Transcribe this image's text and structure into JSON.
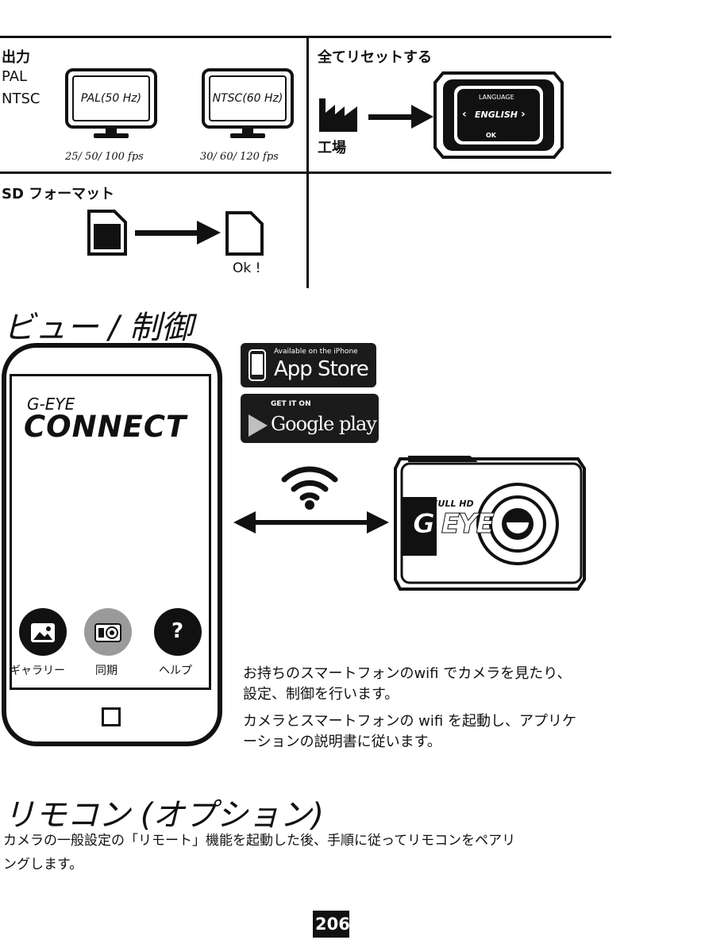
{
  "output_section": {
    "title": "出力",
    "options": [
      "PAL",
      "NTSC"
    ],
    "monitors": [
      {
        "label": "PAL(50 Hz)",
        "fps": "25/ 50/ 100 fps"
      },
      {
        "label": "NTSC(60 Hz)",
        "fps": "30/ 60/ 120 fps"
      }
    ]
  },
  "reset_section": {
    "title": "全てリセットする",
    "factory_label": "工場",
    "camera_screen": {
      "top": "LANGUAGE",
      "middle": "ENGLISH",
      "bottom": "OK"
    }
  },
  "sd_section": {
    "title": "SD フォーマット",
    "ok_label": "Ok !"
  },
  "view_section": {
    "heading": "ビュー / 制御",
    "app_brand_small": "G-EYE",
    "app_brand_big": "CONNECT",
    "buttons": [
      "ギャラリー",
      "同期",
      "ヘルプ"
    ],
    "help_glyph": "?",
    "app_store": {
      "small": "Available on the iPhone",
      "big": "App Store"
    },
    "google_play": {
      "small": "GET IT ON",
      "big": "Google play"
    },
    "camera_badge": {
      "top": "FULL HD",
      "brand": "G EYE"
    },
    "description": [
      "お持ちのスマートフォンのwifi でカメラを見たり、",
      "設定、制御を行います。",
      "カメラとスマートフォンの wifi を起動し、アプリケ",
      "ーションの説明書に従います。"
    ]
  },
  "remote_section": {
    "heading": "リモコン (オプション)",
    "text": [
      "カメラの一般設定の「リモート」機能を起動した後、手順に従ってリモコンをペアリ",
      "ングします。"
    ]
  },
  "page_number": "206",
  "colors": {
    "ink": "#111111",
    "grey_button": "#9a9a9a",
    "store_bg": "#1b1b1b"
  }
}
